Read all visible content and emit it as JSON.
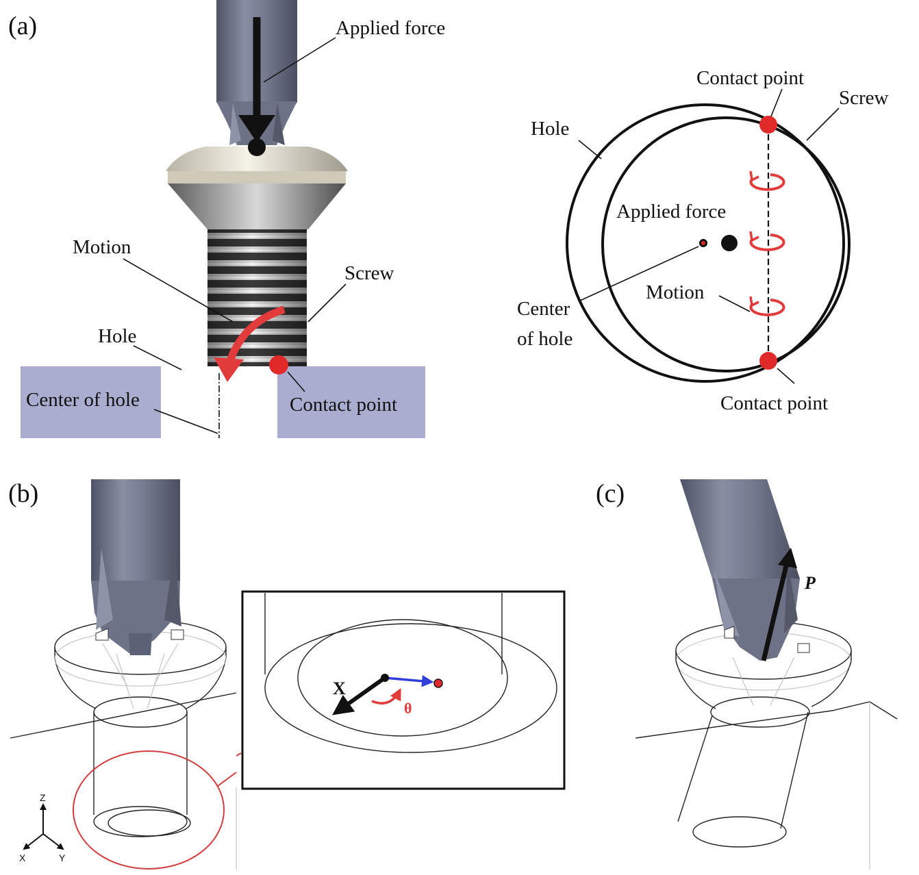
{
  "panels": {
    "a": "(a)",
    "b": "(b)",
    "c": "(c)"
  },
  "panel_a_side": {
    "applied_force": "Applied force",
    "motion": "Motion",
    "screw": "Screw",
    "hole": "Hole",
    "center_of_hole": "Center of hole",
    "contact_point": "Contact point"
  },
  "panel_a_top": {
    "contact_point_top": "Contact point",
    "screw": "Screw",
    "hole": "Hole",
    "applied_force": "Applied force",
    "center_line1": "Center",
    "center_line2": "of hole",
    "motion": "Motion",
    "contact_point_bottom": "Contact point"
  },
  "panel_b": {
    "inset_x_label": "X",
    "inset_theta_label": "θ",
    "axis_z": "Z",
    "axis_x": "X",
    "axis_y": "Y"
  },
  "panel_c": {
    "p_label": "P"
  },
  "colors": {
    "tool": "#6e7286",
    "contact_red": "#e02a2a",
    "motion_red": "#e23b3b",
    "plate": "#a9aed0",
    "vector_blue": "#2f3fd8"
  }
}
